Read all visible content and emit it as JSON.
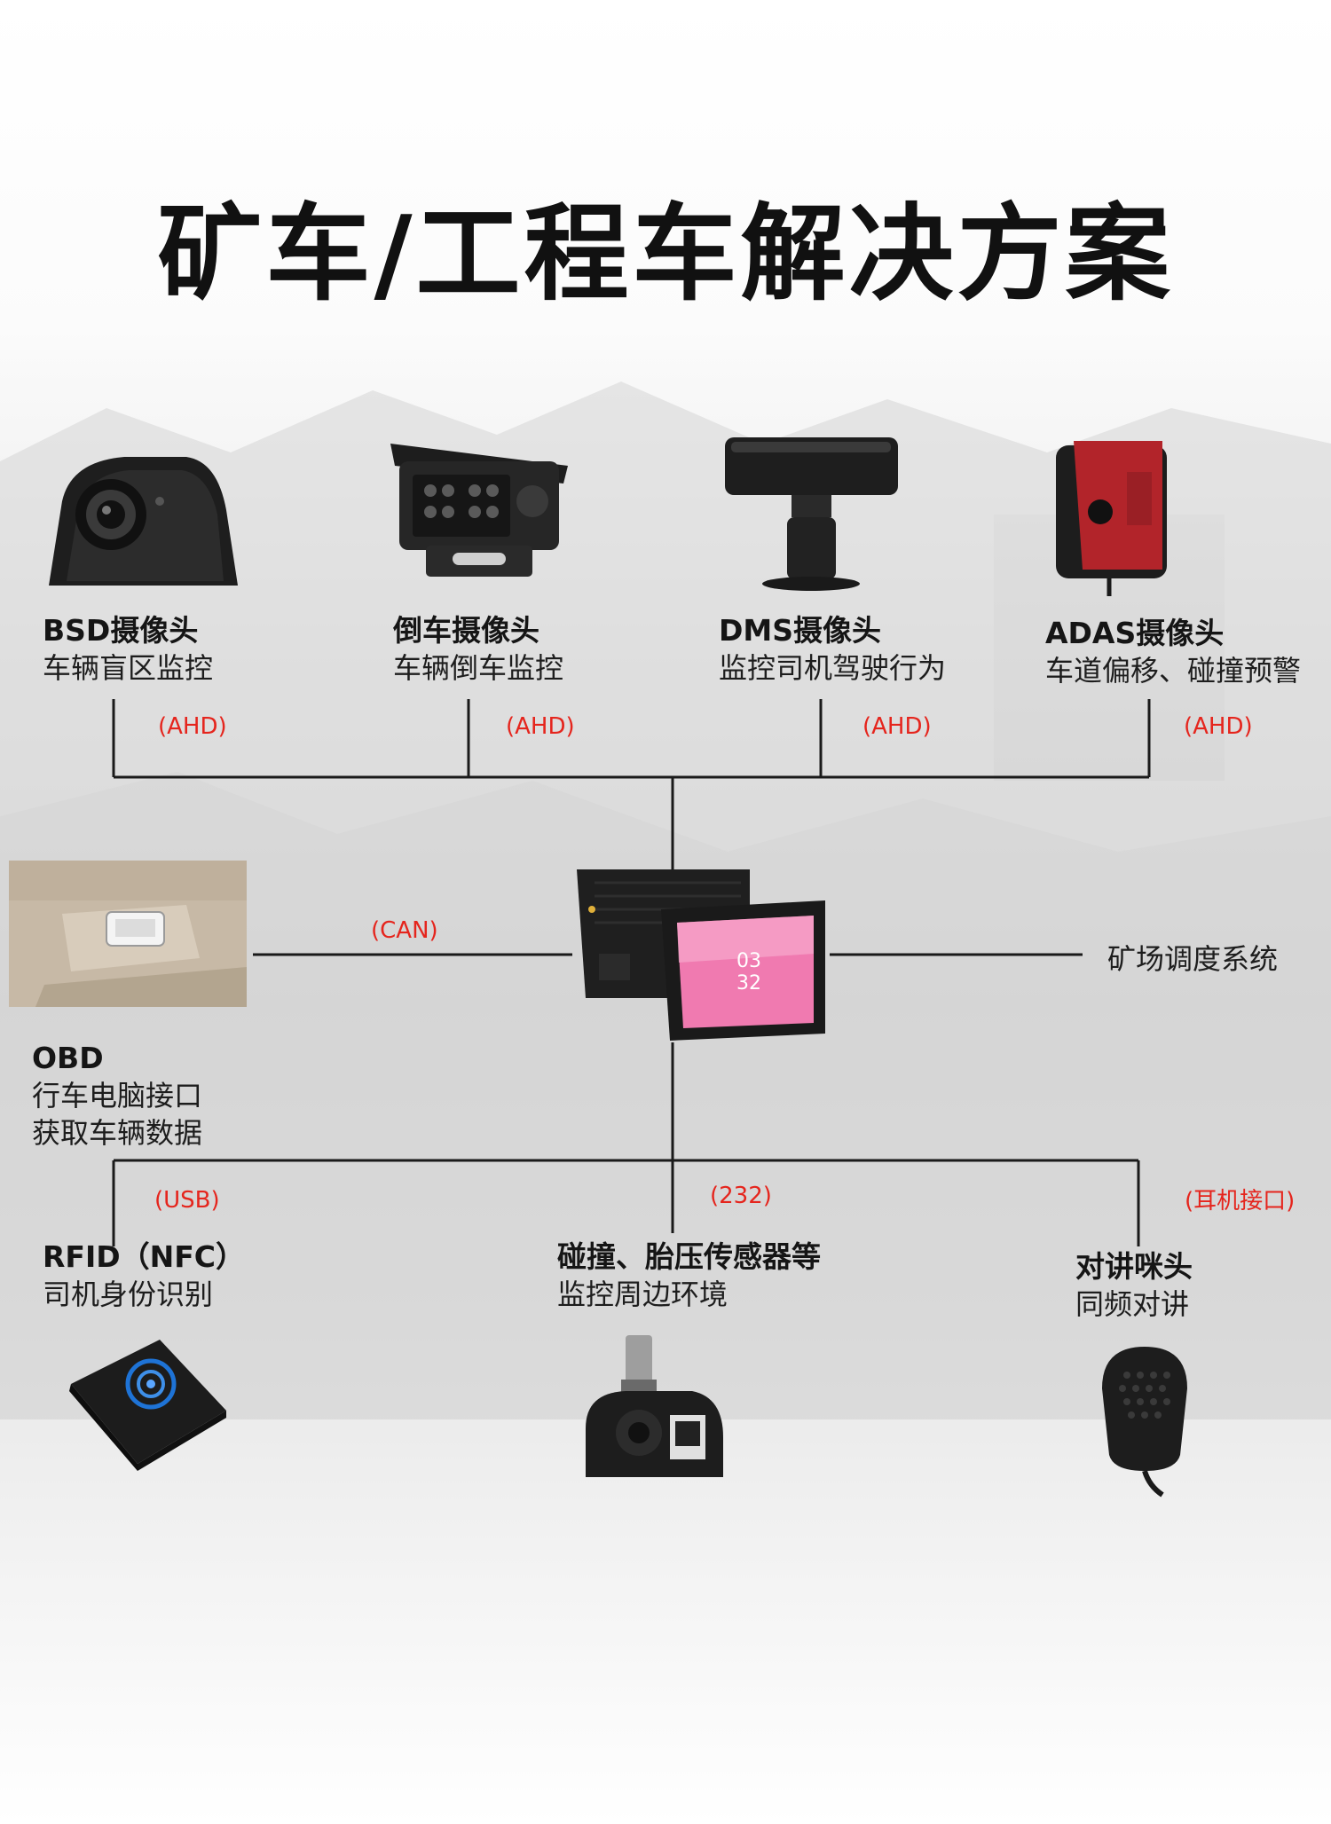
{
  "title": "矿车/工程车解决方案",
  "top_devices": [
    {
      "name": "BSD摄像头",
      "desc": "车辆盲区监控",
      "interface": "(AHD)",
      "icon": "side-camera-icon"
    },
    {
      "name": "倒车摄像头",
      "desc": "车辆倒车监控",
      "interface": "(AHD)",
      "icon": "reverse-camera-icon"
    },
    {
      "name": "DMS摄像头",
      "desc": "监控司机驾驶行为",
      "interface": "(AHD)",
      "icon": "dms-camera-icon"
    },
    {
      "name": "ADAS摄像头",
      "desc": "车道偏移、碰撞预警",
      "interface": "(AHD)",
      "icon": "adas-camera-icon"
    }
  ],
  "obd": {
    "name": "OBD",
    "desc1": "行车电脑接口",
    "desc2": "获取车辆数据",
    "interface": "(CAN)",
    "icon": "obd-port-icon"
  },
  "center": {
    "icon": "vehicle-tablet-icon",
    "screen_time_hour": "03",
    "screen_time_min": "32"
  },
  "dispatch": "矿场调度系统",
  "bottom_devices": [
    {
      "name": "RFID（NFC）",
      "desc": "司机身份识别",
      "interface": "(USB)",
      "icon": "rfid-reader-icon"
    },
    {
      "name": "碰撞、胎压传感器等",
      "desc": "监控周边环境",
      "interface": "(232)",
      "icon": "tire-sensor-icon"
    },
    {
      "name": "对讲咪头",
      "desc": "同频对讲",
      "interface": "(耳机接口)",
      "icon": "handheld-mic-icon"
    }
  ],
  "colors": {
    "line": "#1a1a1a",
    "tag": "#e5251d",
    "screen": "#f07ab0"
  }
}
